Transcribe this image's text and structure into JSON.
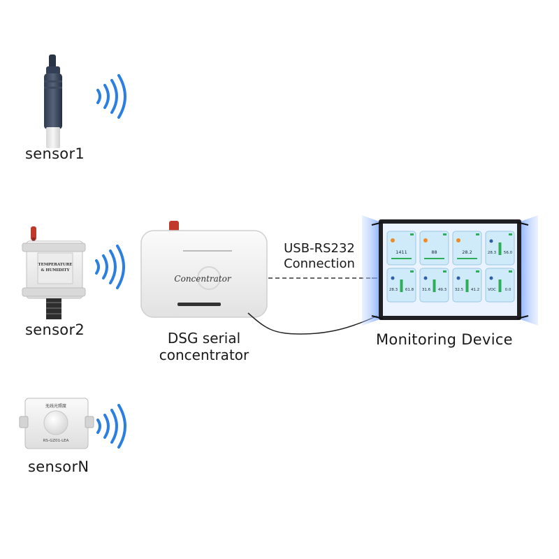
{
  "sensors": [
    {
      "label": "sensor1"
    },
    {
      "label": "sensor2"
    },
    {
      "label": "sensorN"
    }
  ],
  "sensor2_panel_text": [
    "TEMPERATURE",
    "& HUMIDITY"
  ],
  "sensorN_panel_text": [
    "无线光照度",
    "RS-GZ01-LEA"
  ],
  "concentrator": {
    "device_text": "Concentrator",
    "caption_line1": "DSG serial",
    "caption_line2": "concentrator"
  },
  "connection": {
    "line1": "USB-RS232",
    "line2": "Connection"
  },
  "monitor": {
    "label": "Monitoring Device",
    "tiles": [
      {
        "readings": [
          "1411"
        ]
      },
      {
        "readings": [
          "88"
        ]
      },
      {
        "readings": [
          "28.2"
        ]
      },
      {
        "readings": [
          "28.3",
          "56.0"
        ]
      },
      {
        "readings": [
          "28.3",
          "61.8"
        ]
      },
      {
        "readings": [
          "31.6",
          "49.3"
        ]
      },
      {
        "readings": [
          "32.5",
          "41.2"
        ]
      },
      {
        "readings": [
          "VOC",
          "0.0"
        ]
      }
    ]
  },
  "colors": {
    "wave": "#2b7fe0",
    "antenna": "#c0392b",
    "screen_glow": "#8fb8ff",
    "tile_bg": "#cfeaf8",
    "bar": "#2fae5a"
  }
}
